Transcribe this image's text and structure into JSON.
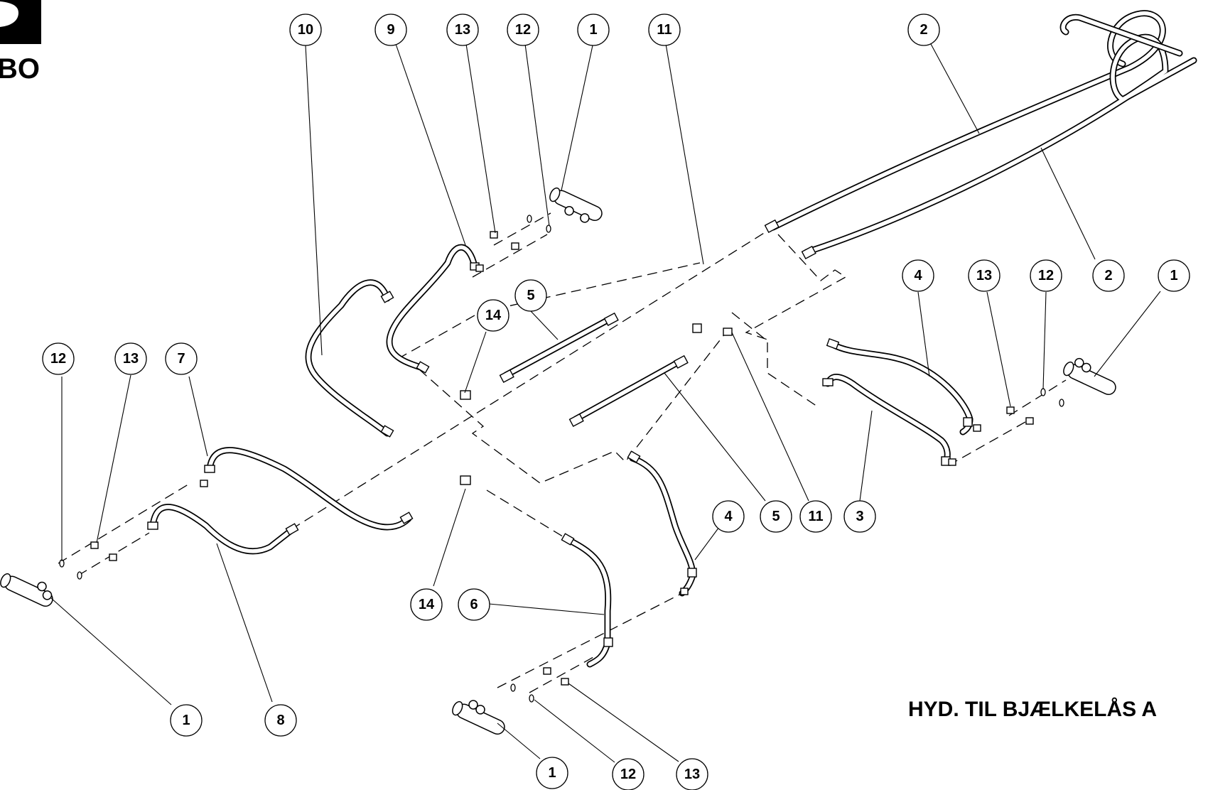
{
  "logo": {
    "text": "BO"
  },
  "title": "HYD. TIL BJÆLKELÅS A",
  "callouts": [
    "10",
    "9",
    "13",
    "12",
    "1",
    "11",
    "2",
    "4",
    "13",
    "12",
    "2",
    "1",
    "5",
    "14",
    "12",
    "13",
    "7",
    "4",
    "5",
    "11",
    "3",
    "14",
    "6",
    "1",
    "8",
    "1",
    "12",
    "13"
  ],
  "colors": {
    "line": "#000000",
    "background": "#ffffff"
  }
}
